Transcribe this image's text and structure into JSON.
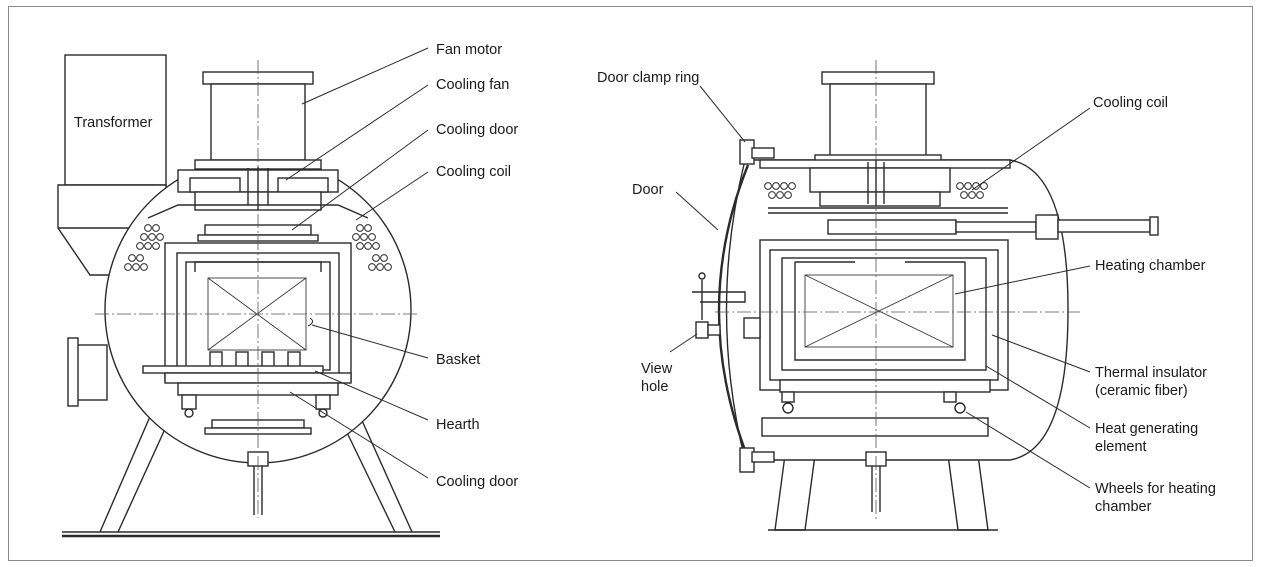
{
  "left_view": {
    "labels": {
      "transformer": "Transformer",
      "fan_motor": "Fan motor",
      "cooling_fan": "Cooling fan",
      "cooling_door_top": "Cooling door",
      "cooling_coil": "Cooling coil",
      "basket": "Basket",
      "hearth": "Hearth",
      "cooling_door_bottom": "Cooling door"
    }
  },
  "right_view": {
    "labels": {
      "door_clamp_ring": "Door clamp ring",
      "door": "Door",
      "view_hole_1": "View",
      "view_hole_2": "hole",
      "cooling_coil": "Cooling coil",
      "heating_chamber": "Heating chamber",
      "thermal_insulator_1": "Thermal insulator",
      "thermal_insulator_2": "(ceramic fiber)",
      "heat_element_1": "Heat generating",
      "heat_element_2": "element",
      "wheels_1": "Wheels for heating",
      "wheels_2": "chamber"
    }
  }
}
